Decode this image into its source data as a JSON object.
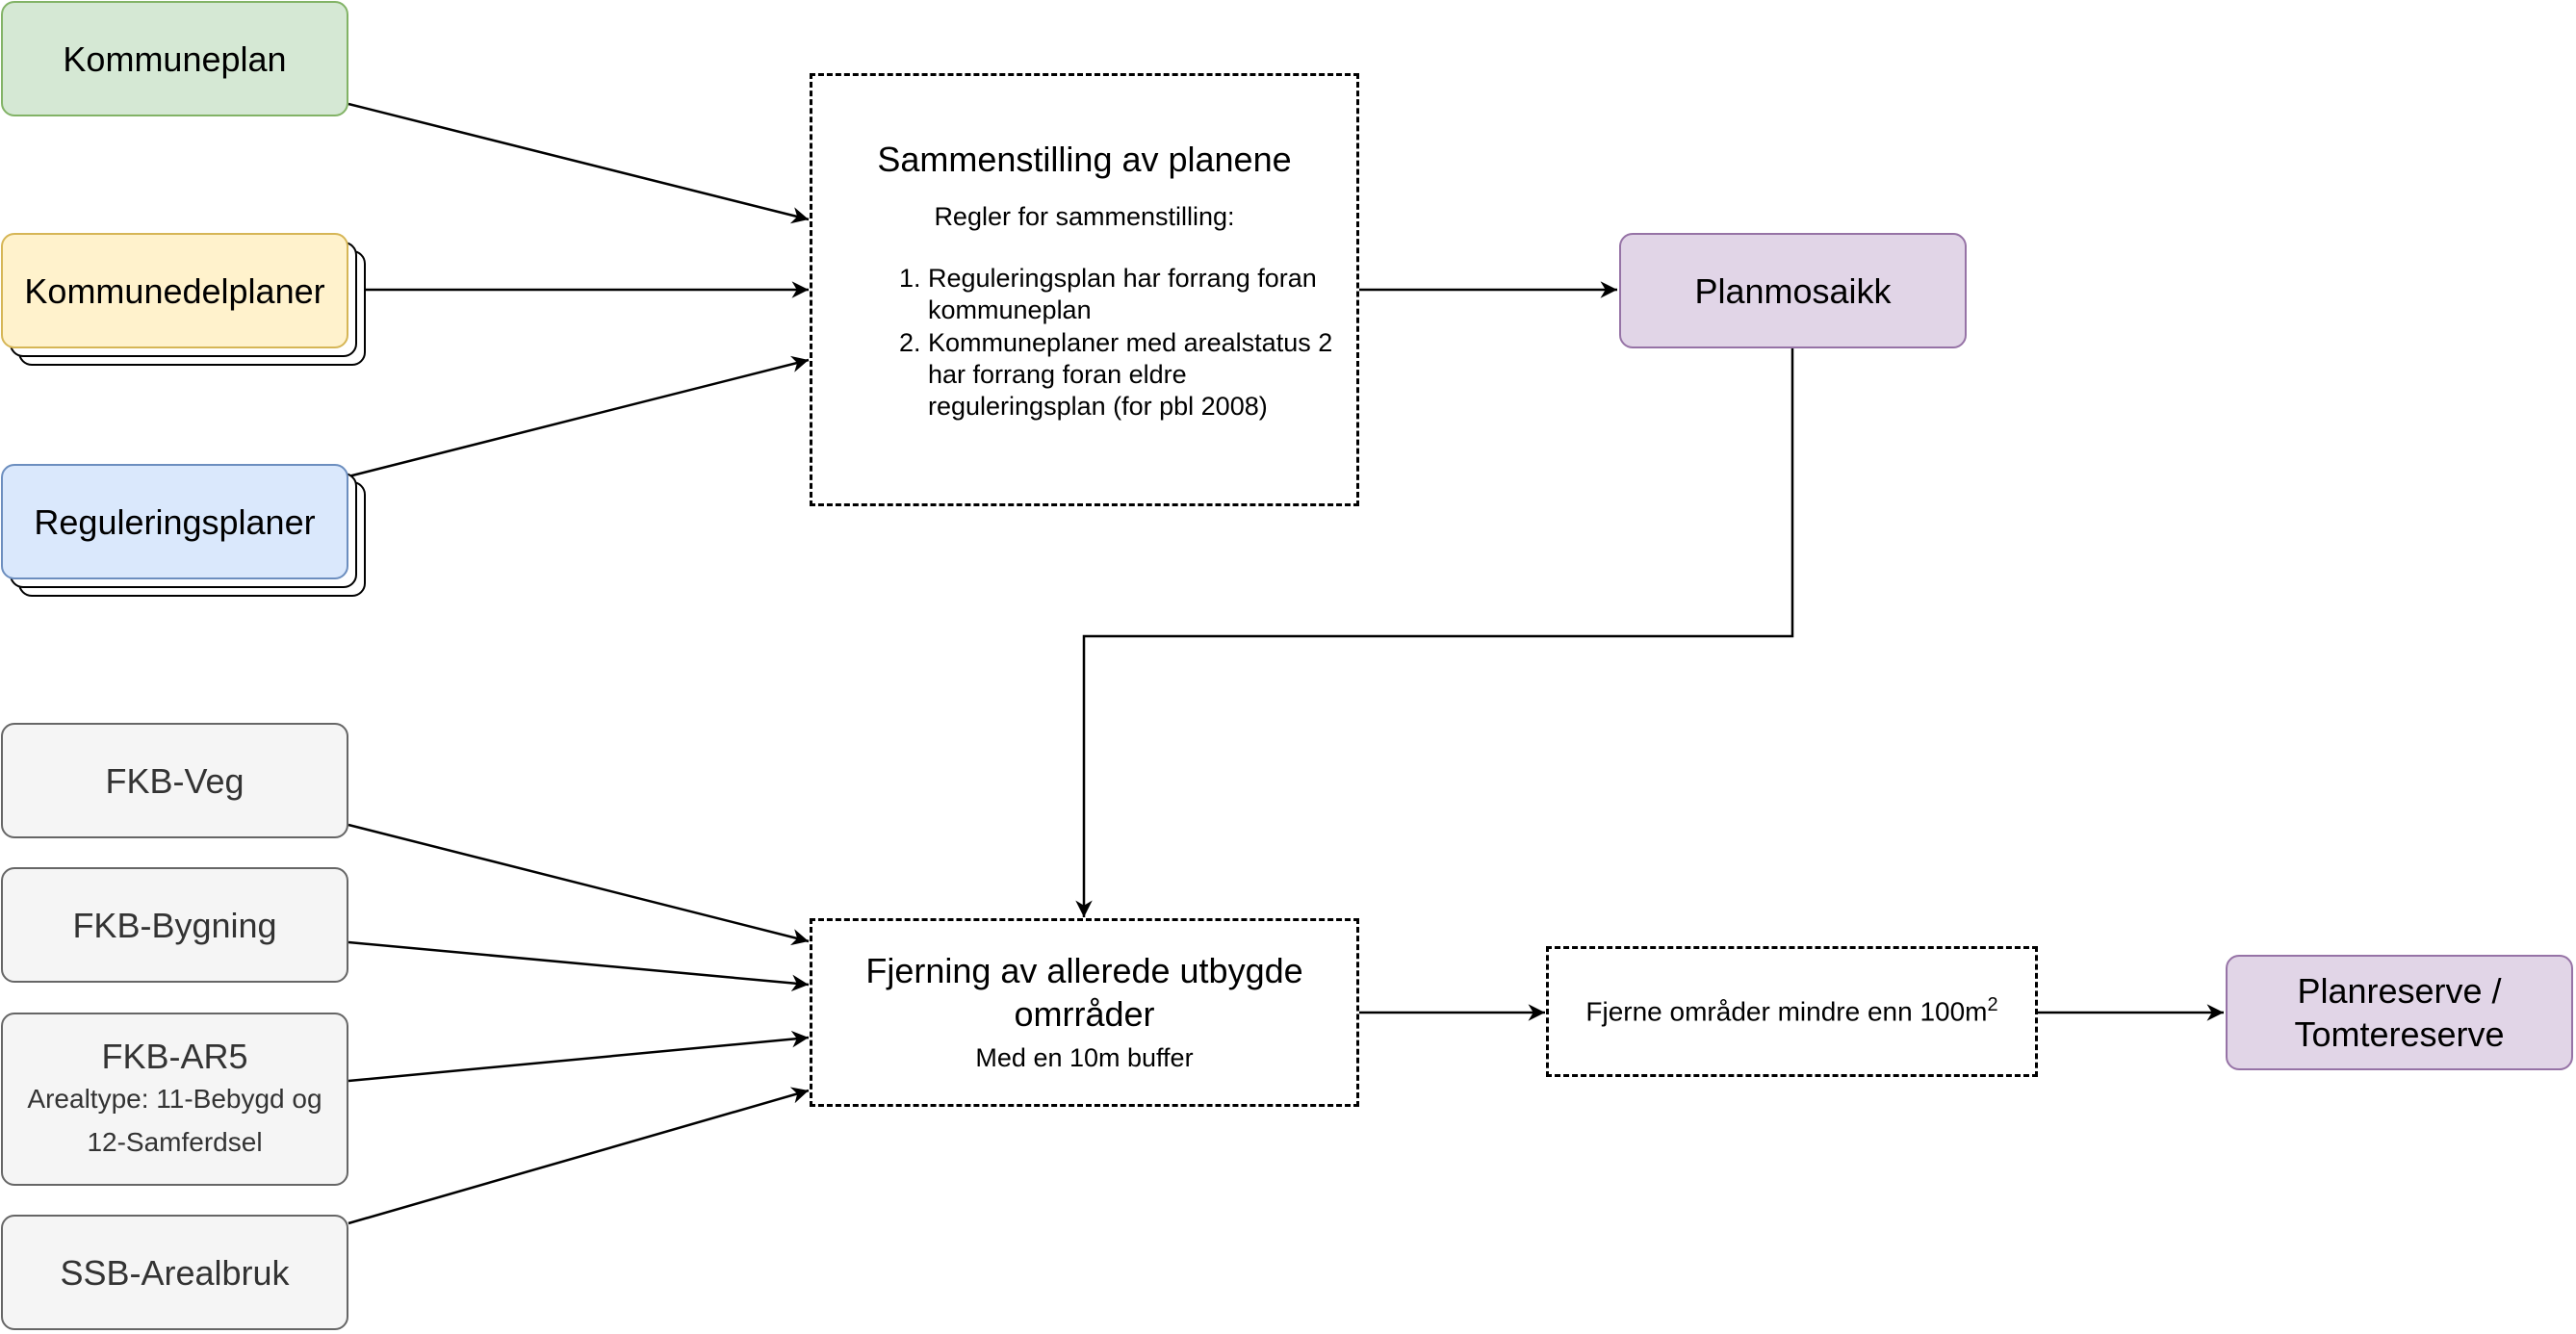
{
  "nodes": {
    "kommuneplan": "Kommuneplan",
    "kommunedelplaner": "Kommunedelplaner",
    "reguleringsplaner": "Reguleringsplaner",
    "sammenstilling": {
      "title": "Sammenstilling av planene",
      "rules_heading": "Regler for sammenstilling:",
      "rules": [
        "Reguleringsplan har forrang foran kommuneplan",
        "Kommuneplaner med arealstatus 2 har forrang foran eldre reguleringsplan (for pbl 2008)"
      ]
    },
    "planmosaikk": "Planmosaikk",
    "fkb_veg": "FKB-Veg",
    "fkb_bygning": "FKB-Bygning",
    "fkb_ar5": {
      "title": "FKB-AR5",
      "subtitle": "Arealtype: 11-Bebygd og 12-Samferdsel"
    },
    "ssb_arealbruk": "SSB-Arealbruk",
    "fjerning": {
      "title": "Fjerning av allerede utbygde omrråder",
      "subtitle": "Med en 10m buffer"
    },
    "fjerne_smaa": {
      "text": "Fjerne områder mindre enn 100m",
      "superscript": "2"
    },
    "planreserve": "Planreserve / Tomtereserve"
  },
  "colors": {
    "green_fill": "#d5e8d4",
    "green_stroke": "#82b366",
    "yellow_fill": "#fff2cc",
    "yellow_stroke": "#d6b656",
    "blue_fill": "#dae8fc",
    "blue_stroke": "#6c8ebf",
    "grey_fill": "#f5f5f5",
    "grey_stroke": "#666666",
    "purple_fill": "#e1d5e7",
    "purple_stroke": "#9673a6"
  }
}
